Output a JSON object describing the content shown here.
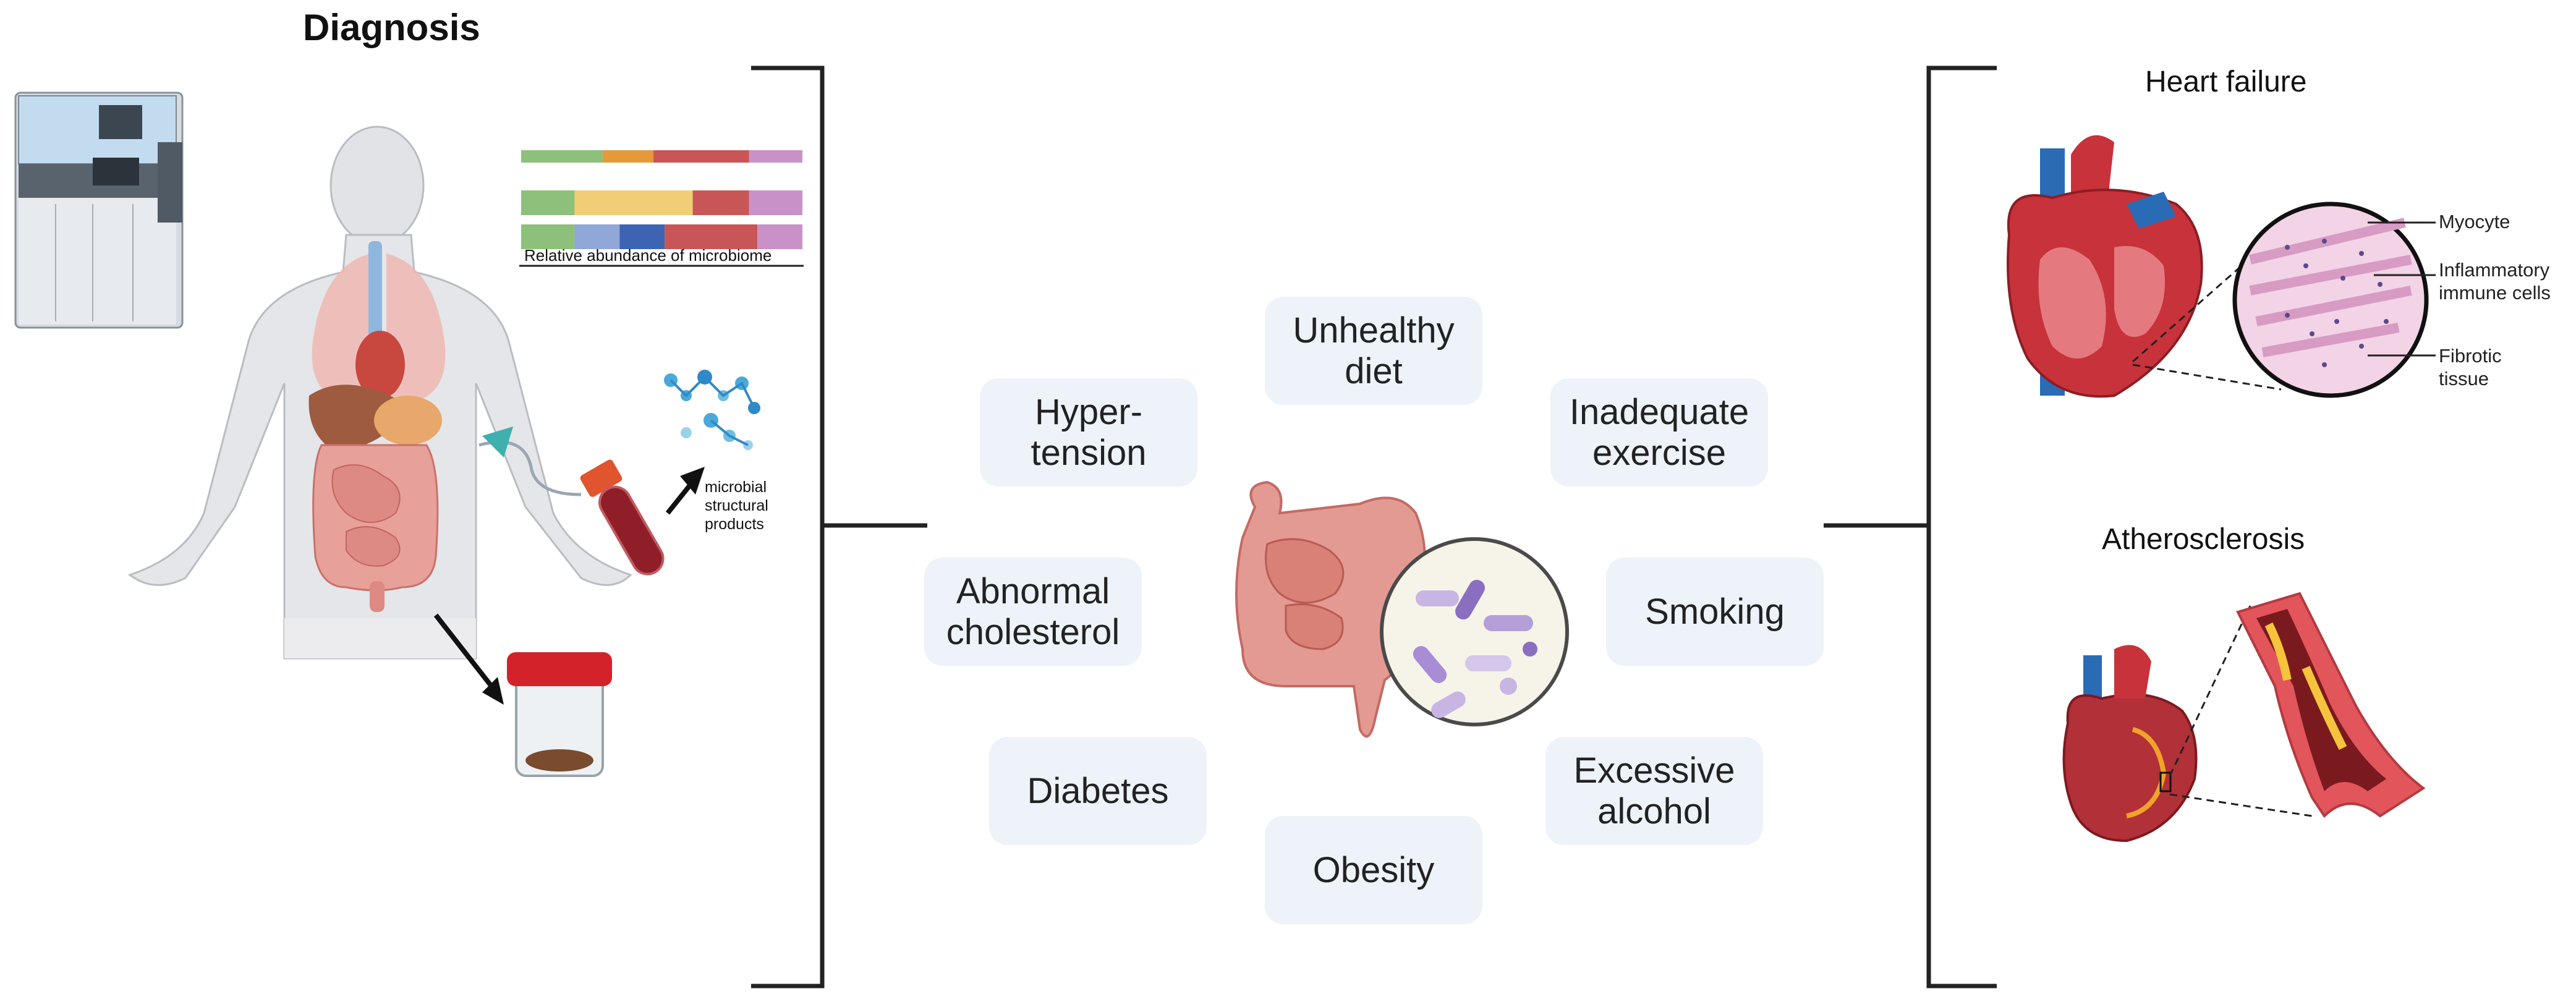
{
  "left_panel": {
    "title": "Diagnosis",
    "abundance_label": "Relative abundance of microbiome",
    "microbe_label": "microbial\nstructural\nproducts",
    "abundance_bars": [
      {
        "segments": [
          "#8dc07a",
          "#e59a3a",
          "#c95656",
          "#c891c8"
        ]
      },
      {
        "segments": [
          "#8dc07a",
          "#f1cd75",
          "#c95656",
          "#c891c8"
        ]
      },
      {
        "segments": [
          "#8dc07a",
          "#8fa8d8",
          "#3d63b3",
          "#c95656",
          "#c891c8"
        ]
      }
    ]
  },
  "center_panel": {
    "factors": [
      {
        "id": "hypertension",
        "label": "Hyper-\ntension"
      },
      {
        "id": "unhealthy-diet",
        "label": "Unhealthy\ndiet"
      },
      {
        "id": "inadequate-exercise",
        "label": "Inadequate\nexercise"
      },
      {
        "id": "abnormal-cholesterol",
        "label": "Abnormal\ncholesterol"
      },
      {
        "id": "smoking",
        "label": "Smoking"
      },
      {
        "id": "diabetes",
        "label": "Diabetes"
      },
      {
        "id": "excessive-alcohol",
        "label": "Excessive\nalcohol"
      },
      {
        "id": "obesity",
        "label": "Obesity"
      }
    ]
  },
  "right_panel": {
    "heart_failure": {
      "title": "Heart failure",
      "labels": [
        "Myocyte",
        "Inflammatory\nimmune cells",
        "Fibrotic\ntissue"
      ]
    },
    "atherosclerosis": {
      "title": "Atherosclerosis"
    }
  },
  "colors": {
    "factor_box": "#eef2f9",
    "bracket": "#222222",
    "heart_red": "#c8323a",
    "vessel_blue": "#2a6bb5",
    "gut_pink": "#e39a93"
  }
}
